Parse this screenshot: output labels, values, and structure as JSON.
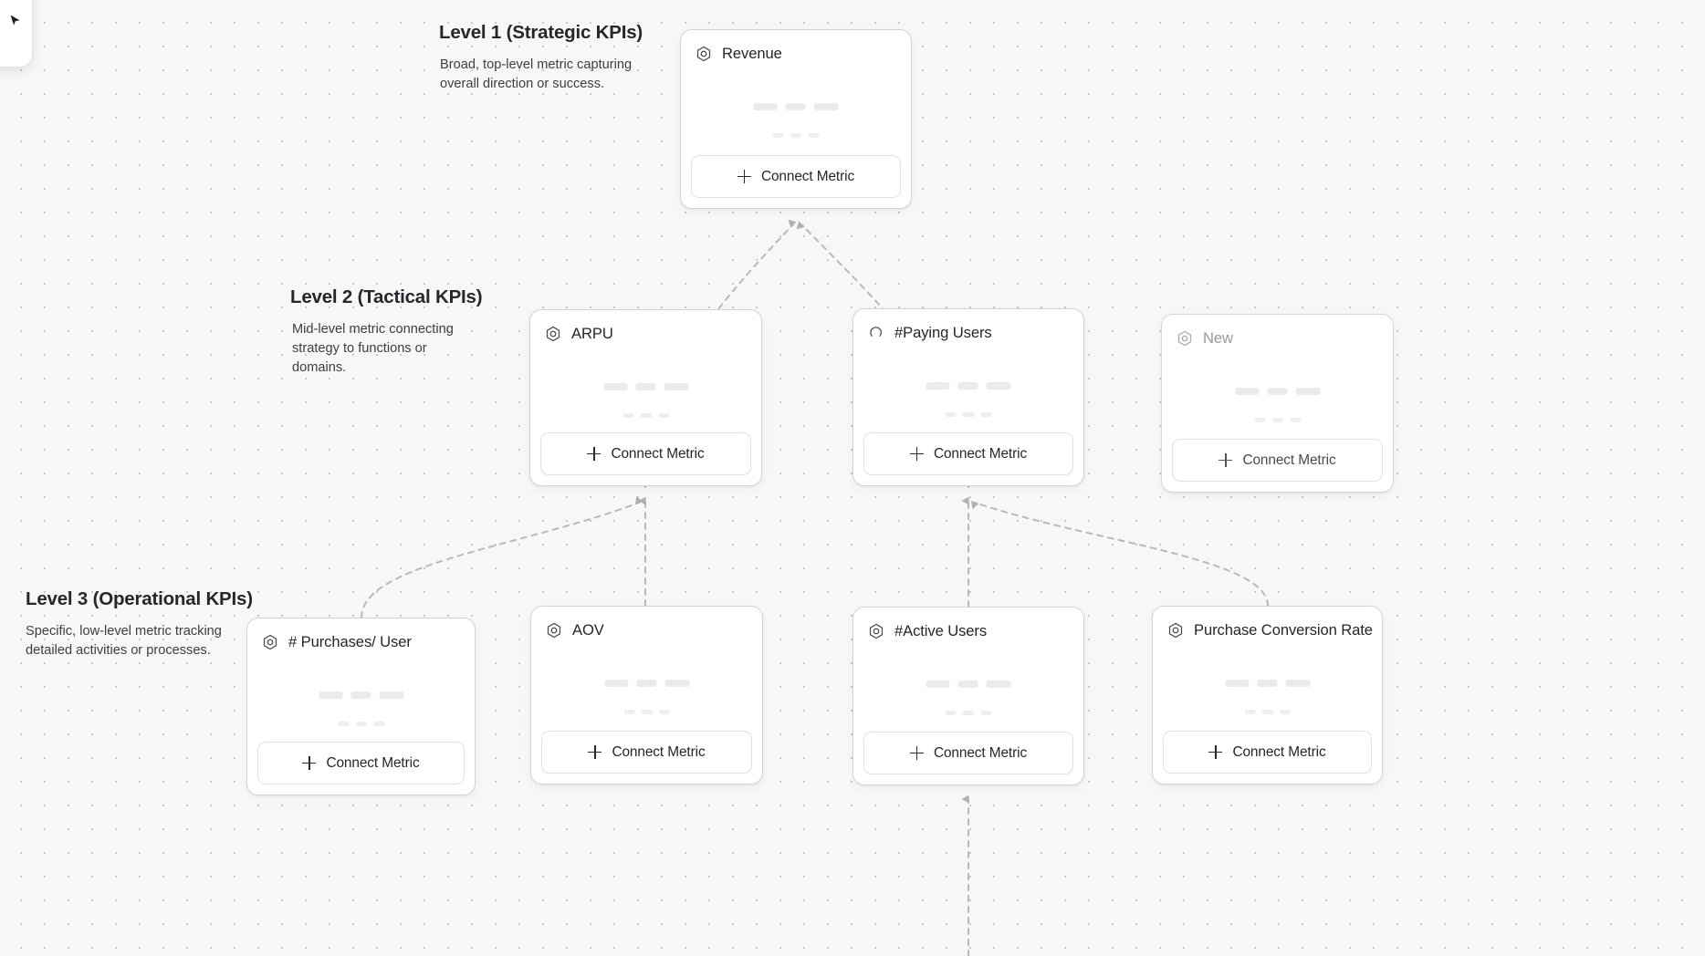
{
  "canvas": {
    "corner_panel": {
      "icon": "cursor-arrow-icon"
    }
  },
  "sections": [
    {
      "id": "level-1",
      "title": "Level 1 (Strategic KPIs)",
      "description": "Broad, top-level metric capturing overall direction or success."
    },
    {
      "id": "level-2",
      "title": "Level 2 (Tactical KPIs)",
      "description": "Mid-level metric connecting strategy to functions or domains."
    },
    {
      "id": "level-3",
      "title": "Level 3 (Operational KPIs)",
      "description": "Specific, low-level metric tracking detailed activities or processes."
    }
  ],
  "connect_metric_label": "Connect Metric",
  "cards": {
    "revenue": {
      "title": "Revenue",
      "icon": "hexagon-metric-icon",
      "connect_label": "Connect Metric",
      "state": "normal"
    },
    "arpu": {
      "title": "ARPU",
      "icon": "hexagon-metric-icon",
      "connect_label": "Connect Metric",
      "state": "normal"
    },
    "paying_users": {
      "title": "#Paying Users",
      "icon": "loading-spinner-icon",
      "connect_label": "Connect Metric",
      "state": "loading"
    },
    "new": {
      "title": "New",
      "icon": "hexagon-metric-icon",
      "connect_label": "Connect Metric",
      "state": "muted"
    },
    "purchases_user": {
      "title": "# Purchases/ User",
      "icon": "hexagon-metric-icon",
      "connect_label": "Connect Metric",
      "state": "normal"
    },
    "aov": {
      "title": "AOV",
      "icon": "hexagon-metric-icon",
      "connect_label": "Connect Metric",
      "state": "normal"
    },
    "active_users": {
      "title": "#Active Users",
      "icon": "hexagon-metric-icon",
      "connect_label": "Connect Metric",
      "state": "normal"
    },
    "purchase_conv": {
      "title": "Purchase Conversion Rate",
      "icon": "hexagon-metric-icon",
      "connect_label": "Connect Metric",
      "state": "normal"
    }
  },
  "colors": {
    "canvas_bg": "#f7f7f7",
    "grid_dot": "#c9c9c9",
    "card_bg": "#ffffff",
    "card_border": "#d4d4d6",
    "text_primary": "#26262b",
    "text_secondary": "#3d3d42",
    "text_muted": "#9a9a9f",
    "edge": "#b8b8bc"
  }
}
